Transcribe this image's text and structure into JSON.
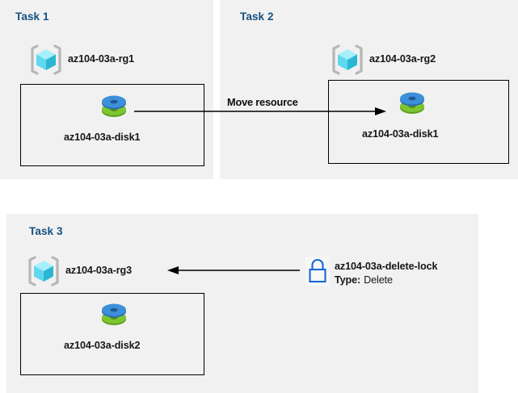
{
  "diagram": {
    "title_color": "#15517f",
    "panel_color": "#f1f1f1",
    "line_color": "#000000",
    "lock_color": "#1667d8",
    "disk_blue": "#3c8fd9",
    "disk_green": "#72b52c",
    "cube_cyan": "#7fe6f7"
  },
  "tasks": [
    {
      "title": "Task 1",
      "resource_group": "az104-03a-rg1",
      "rg_icon": "resource-group-cube-icon",
      "resource": "az104-03a-disk1",
      "resource_icon": "managed-disk-icon"
    },
    {
      "title": "Task 2",
      "resource_group": "az104-03a-rg2",
      "rg_icon": "resource-group-cube-icon",
      "resource": "az104-03a-disk1",
      "resource_icon": "managed-disk-icon"
    },
    {
      "title": "Task 3",
      "resource_group": "az104-03a-rg3",
      "rg_icon": "resource-group-cube-icon",
      "resource": "az104-03a-disk2",
      "resource_icon": "managed-disk-icon"
    }
  ],
  "edges": {
    "move_resource_label": "Move resource",
    "move_resource_direction": "right",
    "lock_arrow_direction": "left"
  },
  "lock": {
    "icon": "padlock-icon",
    "name": "az104-03a-delete-lock",
    "type_key": "Type:",
    "type_value": "Delete"
  }
}
